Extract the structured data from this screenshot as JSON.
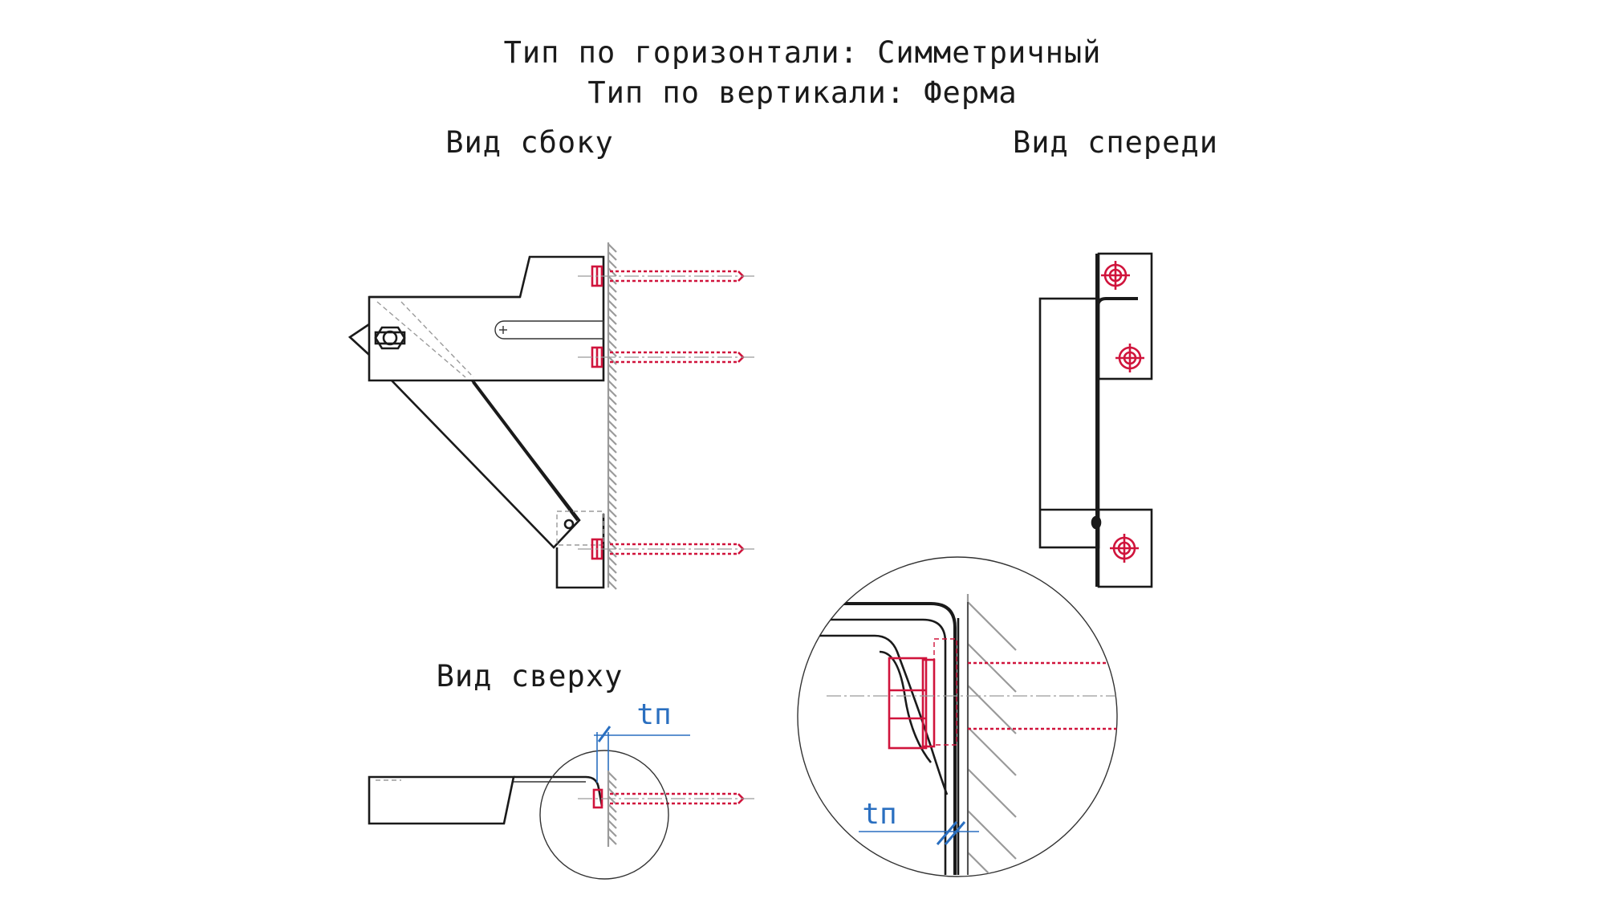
{
  "header": {
    "horizontal_type": "Тип по горизонтали: Симметричный",
    "vertical_type": "Тип по вертикали: Ферма"
  },
  "views": {
    "side": "Вид сбоку",
    "front": "Вид спереди",
    "top": "Вид сверху"
  },
  "dimensions": {
    "tp_label": "tп",
    "tp_label_detail": "tп"
  },
  "colors": {
    "outline": "#1a1a1a",
    "anchor": "#d0143c",
    "dimension": "#2a6fc0",
    "wall_hatch": "#9a9a9a"
  }
}
